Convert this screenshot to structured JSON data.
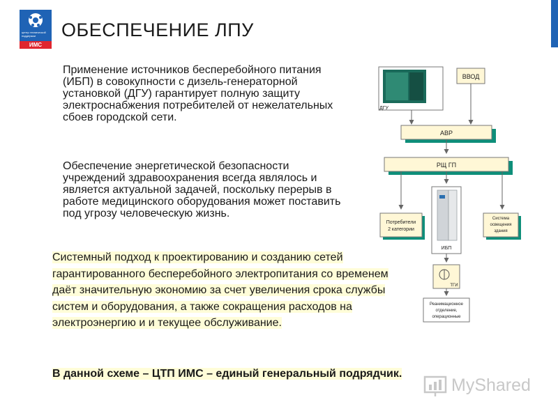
{
  "logo": {
    "text": "центр технической поддержки",
    "ims": "ИМС"
  },
  "title": "ОБЕСПЕЧЕНИЕ ЛПУ",
  "paragraph1": "Применение источников бесперебойного питания (ИБП) в совокупности с дизель-генераторной установкой (ДГУ) гарантирует полную защиту электроснабжения потребителей от нежелательных сбоев городской сети.",
  "paragraph2": "Обеспечение энергетической безопасности учреждений здравоохранения всегда являлось и является актуальной задачей, поскольку перерыв в работе медицинского оборудования может поставить под угрозу человеческую жизнь.",
  "systemic": "Системный подход к проектированию и созданию сетей гарантированного бесперебойного электропитания со временем даёт значительную экономию за счет увеличения срока службы систем и оборудования, а также сокращения расходов на электроэнергию и и текущее обслуживание.",
  "note": "В данной схеме – ЦТП ИМС – единый генеральный подрядчик.",
  "diagram": {
    "dgu": "ДГУ",
    "vvod": "ВВОД",
    "avr": "АВР",
    "rshgp": "РЩ ГП",
    "consumers": [
      "Потребители",
      "2 категории"
    ],
    "ups": "ИБП",
    "lighting": [
      "Система",
      "освещения",
      "здания"
    ],
    "tgi": "ТГИ",
    "icu": [
      "Реанимационное",
      "отделение,",
      "операционные"
    ]
  },
  "watermark": "MyShared",
  "colors": {
    "brand_blue": "#1f63b5",
    "brand_red": "#e0262f",
    "box_fill": "#fff7d6",
    "box_shadow": "#0e8f7a",
    "highlight": "#fffdd8"
  }
}
